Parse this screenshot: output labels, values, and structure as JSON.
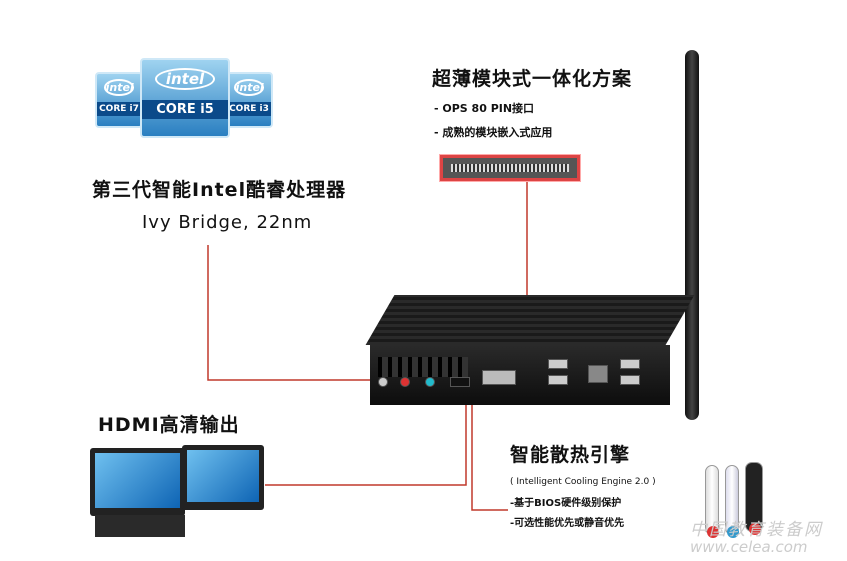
{
  "processor": {
    "badges": [
      {
        "brand": "intel",
        "model": "CORE i7"
      },
      {
        "brand": "intel",
        "model": "CORE i5"
      },
      {
        "brand": "intel",
        "model": "CORE i3"
      }
    ],
    "title": "第三代智能Intel酷睿处理器",
    "subtitle": "Ivy Bridge, 22nm"
  },
  "module": {
    "title": "超薄模块式一体化方案",
    "bullets": [
      "- OPS 80 PIN接口",
      "- 成熟的模块嵌入式应用"
    ]
  },
  "hdmi": {
    "title": "HDMI高清输出"
  },
  "cooling": {
    "title": "智能散热引擎",
    "subtitle": "( Intelligent Cooling Engine 2.0 )",
    "bullets": [
      "-基于BIOS硬件级别保护",
      "-可选性能优先或静音优先"
    ]
  },
  "watermark": {
    "cn": "中国教育装备网",
    "url": "www.celea.com"
  },
  "colors": {
    "line": "#c0392b",
    "accent": "#1e73be"
  }
}
